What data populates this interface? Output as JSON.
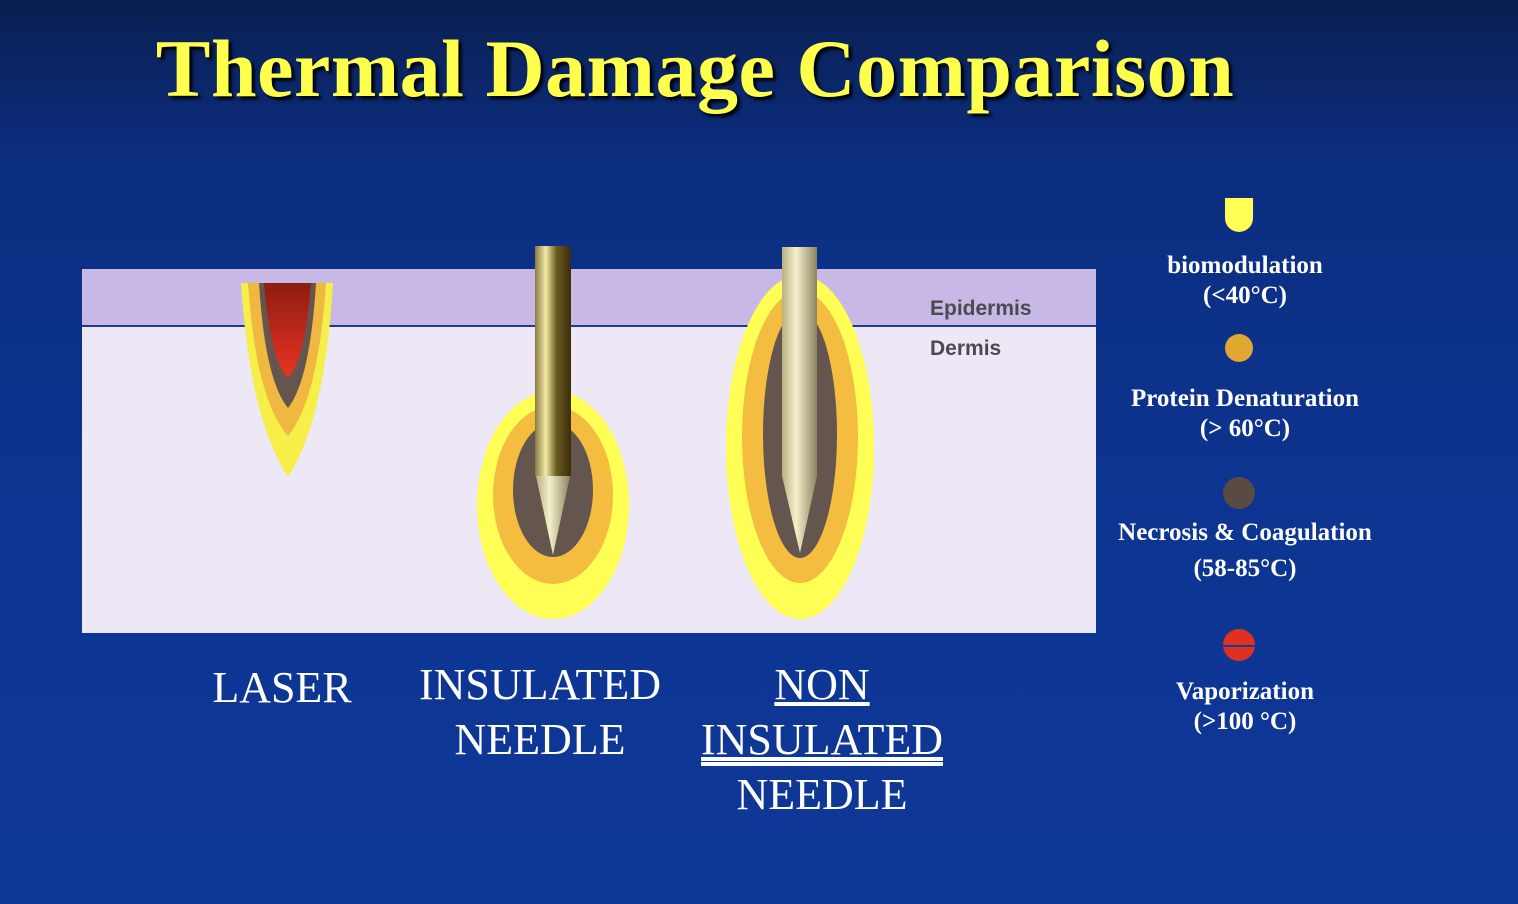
{
  "title": "Thermal Damage Comparison",
  "tissue": {
    "epidermis": "Epidermis",
    "dermis": "Dermis"
  },
  "methods": {
    "laser": "LASER",
    "insulated": {
      "line1": "INSULATED",
      "line2": "NEEDLE"
    },
    "non_insulated": {
      "line1": "NON",
      "line2": "INSULATED",
      "line3": "NEEDLE"
    }
  },
  "legend": [
    {
      "name": "biomodulation",
      "range": "(<40°C)",
      "color": "#ffff55"
    },
    {
      "name": "Protein Denaturation",
      "range": "(> 60°C)",
      "color": "#f5bd40"
    },
    {
      "name": "Necrosis & Coagulation",
      "range": "(58-85°C)",
      "color": "#65554f"
    },
    {
      "name": "Vaporization",
      "range": "(>100 °C)",
      "color": "#e0301f"
    }
  ],
  "colors": {
    "epidermis": "#c8b8e6",
    "dermis": "#ede7f6",
    "background": "#0d3592",
    "title": "#ffff4d"
  }
}
